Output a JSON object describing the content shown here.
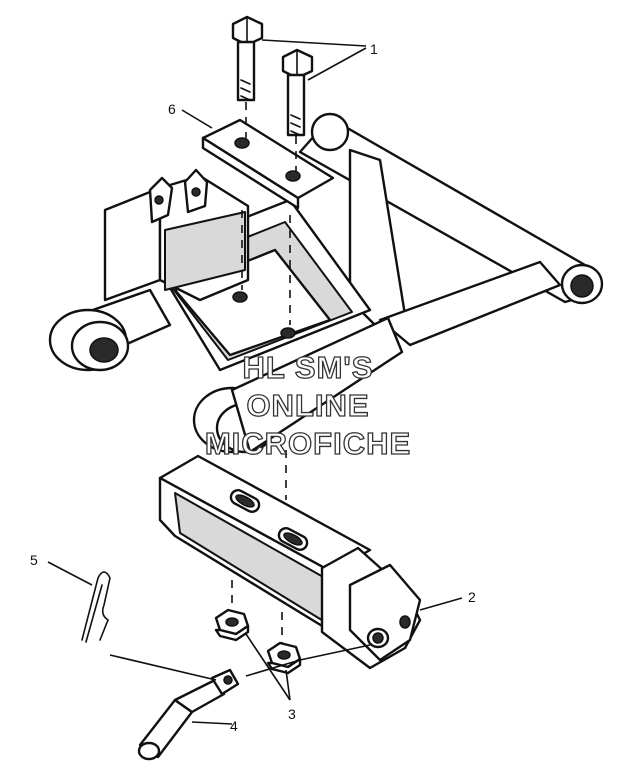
{
  "callouts": {
    "c1": "1",
    "c2": "2",
    "c3": "3",
    "c4": "4",
    "c5": "5",
    "c6": "6"
  },
  "watermark": {
    "line1": "HL SM'S",
    "line2": "ONLINE",
    "line3": "MICROFICHE"
  },
  "parts": {
    "bolt": "bolt-icon",
    "spacer_plate": "spacer-plate-icon",
    "a_frame": "a-frame-icon",
    "lift_arm": "lift-arm-icon",
    "nut": "nut-icon",
    "pin": "pin-icon",
    "hairpin_clip": "hairpin-clip-icon"
  }
}
